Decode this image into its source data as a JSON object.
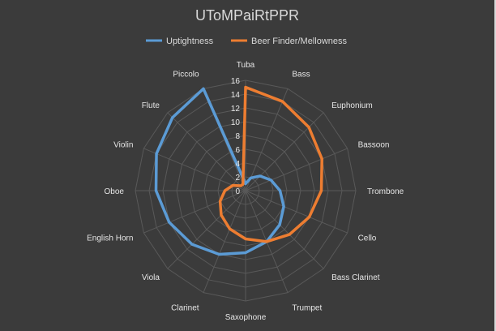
{
  "chart_data": {
    "type": "radar",
    "title": "UToMPaiRtPPR",
    "categories": [
      "Tuba",
      "Bass",
      "Euphonium",
      "Bassoon",
      "Trombone",
      "Cello",
      "Bass Clarinet",
      "Trumpet",
      "Saxophone",
      "Clarinet",
      "Viola",
      "English Horn",
      "Oboe",
      "Violin",
      "Flute",
      "Piccolo"
    ],
    "series": [
      {
        "name": "Uptightness",
        "color": "#5b9bd5",
        "values": [
          1,
          2,
          3,
          4,
          5,
          6,
          7,
          8,
          9,
          10,
          11,
          12,
          13,
          14,
          15,
          16
        ]
      },
      {
        "name": "Beer Finder/Mellowness",
        "color": "#ed7d31",
        "values": [
          15,
          14,
          13,
          12,
          11,
          10,
          9,
          8,
          7,
          6,
          5,
          4,
          3,
          2,
          1,
          1
        ]
      }
    ],
    "r_axis": {
      "min": 0,
      "max": 16,
      "step": 2,
      "ticks": [
        "0",
        "2",
        "4",
        "6",
        "8",
        "10",
        "12",
        "14",
        "16"
      ]
    },
    "grid": true,
    "legend_position": "top"
  }
}
